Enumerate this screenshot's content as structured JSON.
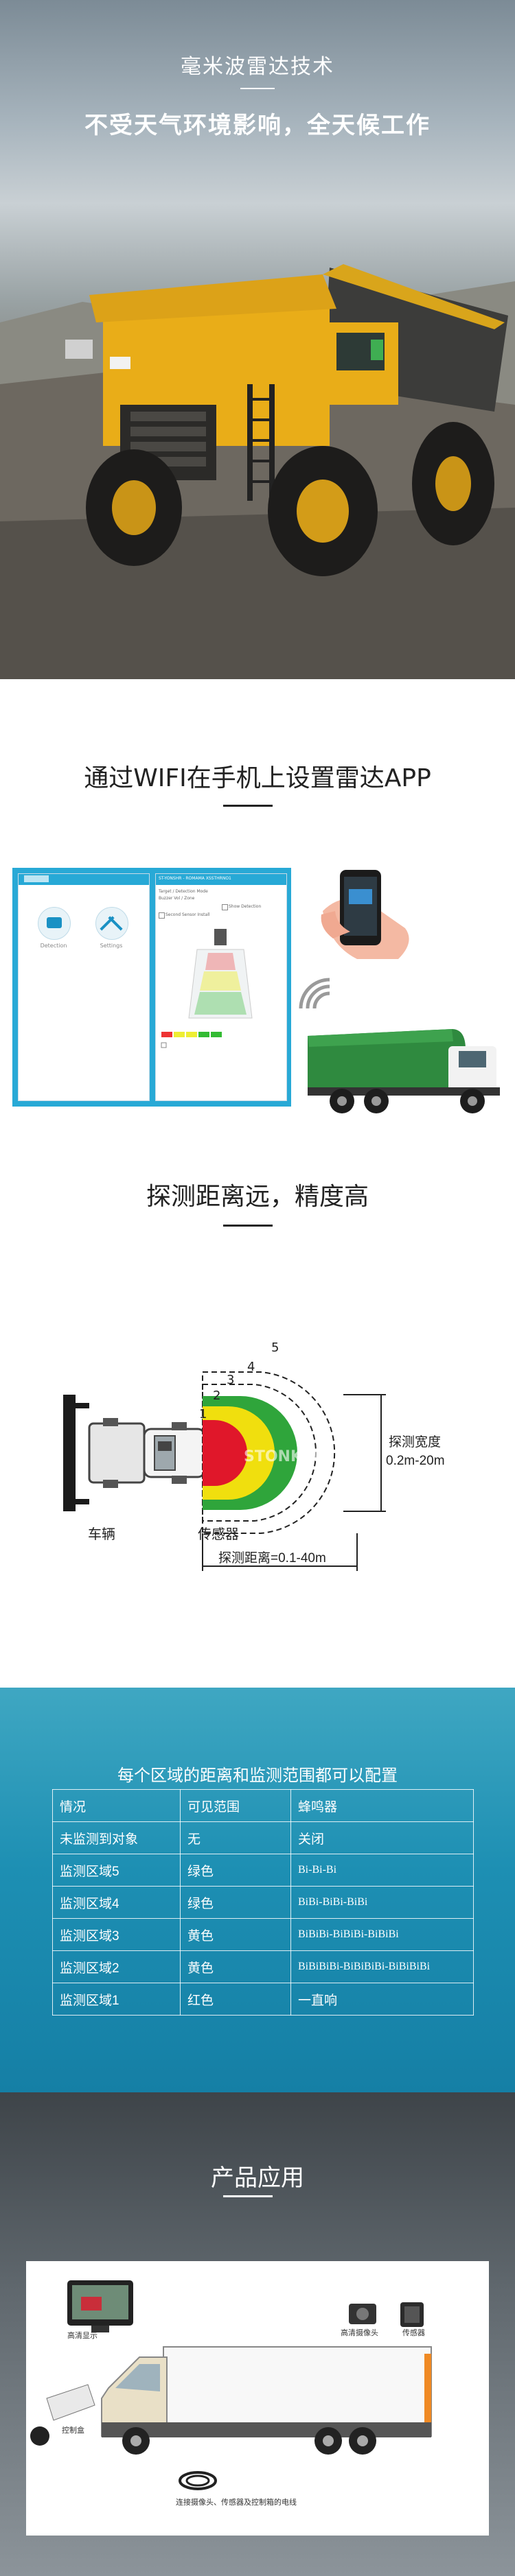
{
  "hero": {
    "title": "毫米波雷达技术",
    "subtitle": "不受天气环境影响，全天候工作"
  },
  "app_section": {
    "heading": "通过WIFI在手机上设置雷达APP",
    "screen_left": {
      "item1": "Detection",
      "item2": "Settings"
    },
    "screen_right": {
      "header": "ST-YONSHR - ROMAMA XSSTHRNO1",
      "row1": "Target / Detection Mode",
      "row2": "Buzzer Vol / Zone",
      "show_detection": "Show Detection",
      "second_sensor": "Second Sensor Install"
    }
  },
  "range_section": {
    "heading": "探测距离远，精度高",
    "zone_numbers": [
      "1",
      "2",
      "3",
      "4",
      "5"
    ],
    "vehicle_label": "车辆",
    "sensor_label": "传感器",
    "width_label": "探测宽度",
    "width_value": "0.2m-20m",
    "distance_label": "探测距离=0.1-40m",
    "watermark": "STONKAM"
  },
  "zones_section": {
    "title": "每个区域的距离和监测范围都可以配置",
    "table": {
      "headers": [
        "情况",
        "可见范围",
        "蜂鸣器"
      ],
      "rows": [
        [
          "未监测到对象",
          "无",
          "关闭"
        ],
        [
          "监测区域5",
          "绿色",
          "Bi-Bi-Bi"
        ],
        [
          "监测区域4",
          "绿色",
          "BiBi-BiBi-BiBi"
        ],
        [
          "监测区域3",
          "黄色",
          "BiBiBi-BiBiBi-BiBiBi"
        ],
        [
          "监测区域2",
          "黄色",
          "BiBiBiBi-BiBiBiBi-BiBiBiBi"
        ],
        [
          "监测区域1",
          "红色",
          "一直响"
        ]
      ]
    }
  },
  "product_section": {
    "title": "产品应用",
    "labels": {
      "monitor": "高清显示",
      "camera": "高清摄像头",
      "sensor": "传感器",
      "controller": "控制盒",
      "cable": "连接摄像头、传感器及控制箱的电线"
    }
  },
  "colors": {
    "accent": "#27a9d6",
    "zone_red": "#e0172a",
    "zone_yellow": "#f2e10b",
    "zone_green": "#22a23a",
    "teal_band": "#1d8fb3"
  }
}
